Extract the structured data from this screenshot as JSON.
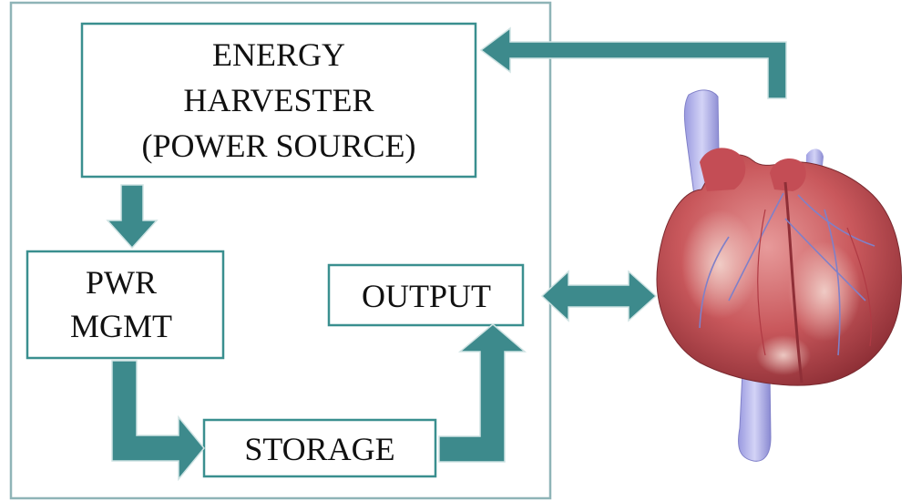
{
  "colors": {
    "box_border": "#3a8f8f",
    "outer_border": "#8fb4b7",
    "arrow": "#3d8a8c",
    "arrow_edge": "#cfe3e3",
    "text": "#111111"
  },
  "blocks": {
    "harvester": {
      "lines": [
        "ENERGY",
        "HARVESTER",
        "(POWER SOURCE)"
      ]
    },
    "power_management": {
      "lines": [
        "PWR",
        "MGMT"
      ]
    },
    "output": {
      "lines": [
        "OUTPUT"
      ]
    },
    "storage": {
      "lines": [
        "STORAGE"
      ]
    }
  },
  "illustration": {
    "icon": "heart-icon"
  }
}
